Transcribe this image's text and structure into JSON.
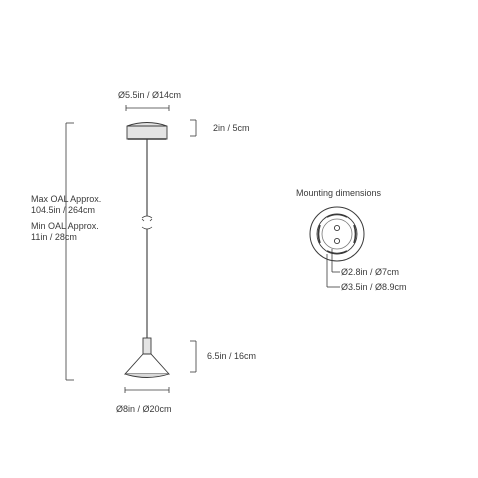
{
  "canopy": {
    "diameter": "Ø5.5in / Ø14cm",
    "height": "2in / 5cm"
  },
  "overall_length": {
    "max_label": "Max OAL Approx.",
    "max_value": "104.5in / 264cm",
    "min_label": "Min OAL Approx.",
    "min_value": "11in / 28cm"
  },
  "shade": {
    "height": "6.5in / 16cm",
    "diameter": "Ø8in / Ø20cm"
  },
  "mounting": {
    "title": "Mounting dimensions",
    "inner_diameter": "Ø2.8in / Ø7cm",
    "outer_diameter": "Ø3.5in / Ø8.9cm"
  },
  "colors": {
    "line": "#3a3a3a",
    "light_line": "#9a9a9a",
    "fill_grey": "#d9d9d9"
  }
}
